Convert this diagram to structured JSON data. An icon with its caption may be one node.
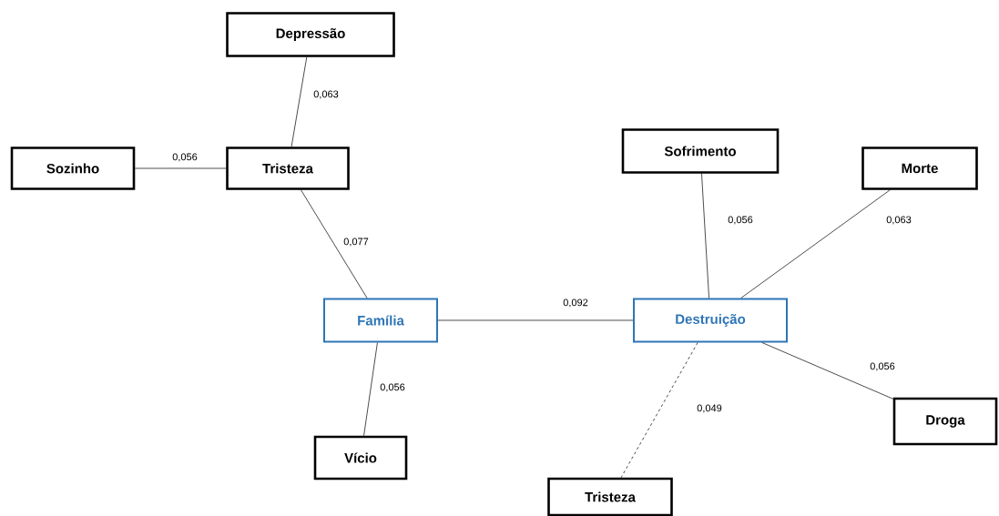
{
  "diagram": {
    "nodes": [
      {
        "text": [
          "Depressão"
        ]
      },
      {
        "text": [
          "Sozinho"
        ]
      },
      {
        "text": [
          "Tristeza"
        ]
      },
      {
        "text": [
          "Família"
        ]
      },
      {
        "text": [
          "Destruição"
        ]
      },
      {
        "text": [
          "Sofrimento"
        ]
      },
      {
        "text": [
          "Morte"
        ]
      },
      {
        "text": [
          "Vício"
        ]
      },
      {
        "text": [
          "Droga"
        ]
      },
      {
        "text": [
          "Tristeza"
        ]
      }
    ],
    "edges": [
      {
        "from": 2,
        "to": 0,
        "arrow": "none",
        "label": "0,063"
      },
      {
        "from": 1,
        "to": 2,
        "arrow": "none",
        "label": "0,056"
      },
      {
        "from": 2,
        "to": 3,
        "arrow": "none",
        "label": "0,077"
      },
      {
        "from": 3,
        "to": 4,
        "arrow": "none",
        "label": "0,092"
      },
      {
        "from": 3,
        "to": 7,
        "arrow": "none",
        "label": "0,056"
      },
      {
        "from": 4,
        "to": 5,
        "arrow": "none",
        "label": "0,056"
      },
      {
        "from": 4,
        "to": 6,
        "arrow": "none",
        "label": "0,063"
      },
      {
        "from": 4,
        "to": 8,
        "arrow": "none",
        "label": "0,056"
      },
      {
        "from": 4,
        "to": 9,
        "arrow": "none",
        "label": "0,049",
        "style": "dashed"
      }
    ]
  }
}
